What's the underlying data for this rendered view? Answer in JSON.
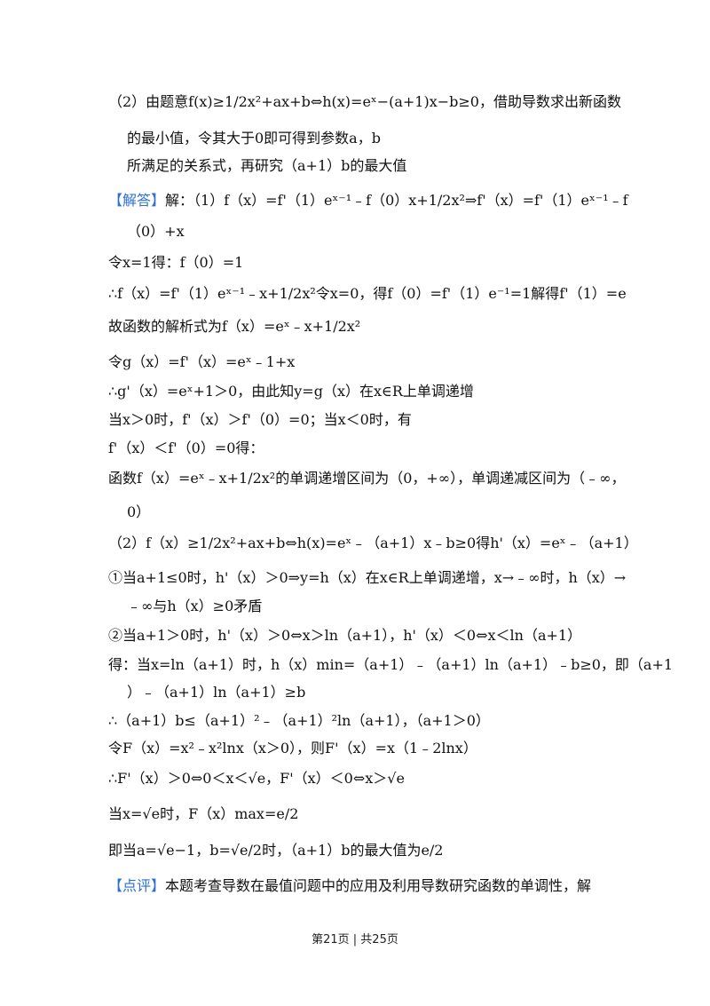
{
  "lines": [
    "（2）由题意f(x)≥1/2x²+ax+b⇔h(x)=eˣ−(a+1)x−b≥0，借助导数求出新函数",
    "的最小值，令其大于0即可得到参数a，b",
    "所满足的关系式，再研究（a+1）b的最大值",
    "解：（1）f（x）=f'（1）eˣ⁻¹﹣f（0）x+1/2x²⇒f'（x）=f'（1）eˣ⁻¹﹣f",
    "（0）+x",
    "令x=1得：f（0）=1",
    "∴f（x）=f'（1）eˣ⁻¹﹣x+1/2x²令x=0，得f（0）=f'（1）e⁻¹=1解得f'（1）=e",
    "故函数的解析式为f（x）=eˣ﹣x+1/2x²",
    "令g（x）=f'（x）=eˣ﹣1+x",
    "∴g'（x）=eˣ+1＞0，由此知y=g（x）在x∈R上单调递增",
    "当x＞0时，f'（x）＞f'（0）=0；当x＜0时，有",
    "f'（x）＜f'（0）=0得：",
    "函数f（x）=eˣ﹣x+1/2x²的单调递增区间为（0，+∞），单调递减区间为（﹣∞，",
    "0）",
    "（2）f（x）≥1/2x²+ax+b⇔h(x)=eˣ﹣（a+1）x﹣b≥0得h'（x）=eˣ﹣（a+1）",
    "①当a+1≤0时，h'（x）＞0⇒y=h（x）在x∈R上单调递增，x→﹣∞时，h（x）→",
    "﹣∞与h（x）≥0矛盾",
    "②当a+1＞0时，h'（x）＞0⇔x＞ln（a+1），h'（x）＜0⇔x＜ln（a+1）",
    "得：当x=ln（a+1）时，h（x）min=（a+1）﹣（a+1）ln（a+1）﹣b≥0，即（a+1",
    "）﹣（a+1）ln（a+1）≥b",
    "∴（a+1）b≤（a+1）²﹣（a+1）²ln（a+1），（a+1＞0）",
    "令F（x）=x²﹣x²lnx（x＞0），则F'（x）=x（1﹣2lnx）",
    "∴F'（x）＞0⇔0＜x＜√e，F'（x）＜0⇔x＞√e",
    "当x=√e时，F（x）max=e/2",
    "即当a=√e−1，b=√e/2时，（a+1）b的最大值为e/2",
    "本题考查导数在最值问题中的应用及利用导数研究函数的单调性，解"
  ],
  "tags": {
    "answer": "【解答】",
    "comment": "【点评】"
  },
  "footer": "第21页 | 共25页",
  "colors": {
    "tag": "#2b6fd6",
    "text": "#111111"
  }
}
